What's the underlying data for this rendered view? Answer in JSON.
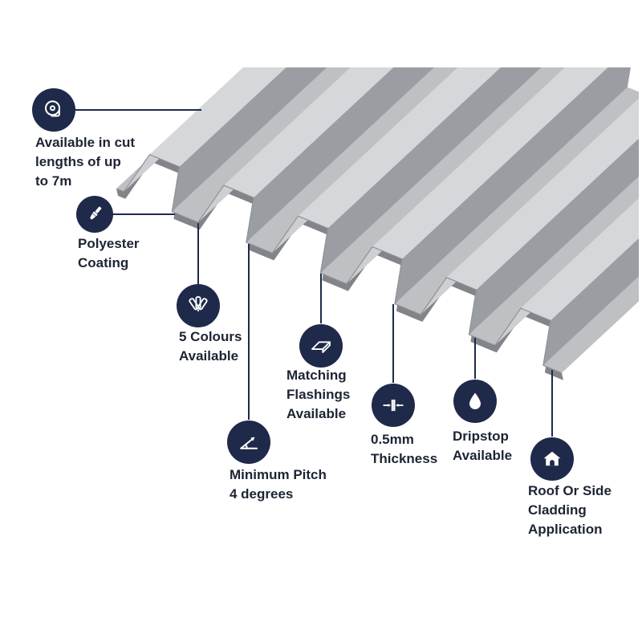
{
  "colors": {
    "accent": "#1f2a4a",
    "text": "#1d2433",
    "background": "#ffffff",
    "sheet_top": "#d6d7da",
    "sheet_light": "#cdcfd2",
    "sheet_mid": "#bec0c3",
    "sheet_dark": "#9a9da1",
    "sheet_edge": "#8f9195",
    "sheet_underside": "#82848a"
  },
  "features": [
    {
      "id": "cut-lengths",
      "icon": "tape-measure-icon",
      "lines": [
        "Available in cut",
        "lengths of up",
        "to 7m"
      ]
    },
    {
      "id": "polyester-coating",
      "icon": "paintbrush-icon",
      "lines": [
        "Polyester",
        "Coating"
      ]
    },
    {
      "id": "colours-available",
      "icon": "colour-swatch-fan-icon",
      "lines": [
        "5 Colours",
        "Available"
      ]
    },
    {
      "id": "matching-flashings",
      "icon": "flashing-sheet-icon",
      "lines": [
        "Matching",
        "Flashings",
        "Available"
      ]
    },
    {
      "id": "minimum-pitch",
      "icon": "pitch-angle-icon",
      "lines": [
        "Minimum Pitch",
        "4 degrees"
      ]
    },
    {
      "id": "thickness",
      "icon": "thickness-gauge-icon",
      "lines": [
        "0.5mm",
        "Thickness"
      ]
    },
    {
      "id": "dripstop",
      "icon": "water-droplet-icon",
      "lines": [
        "Dripstop",
        "Available"
      ]
    },
    {
      "id": "application",
      "icon": "house-icon",
      "lines": [
        "Roof Or Side",
        "Cladding",
        "Application"
      ]
    }
  ]
}
